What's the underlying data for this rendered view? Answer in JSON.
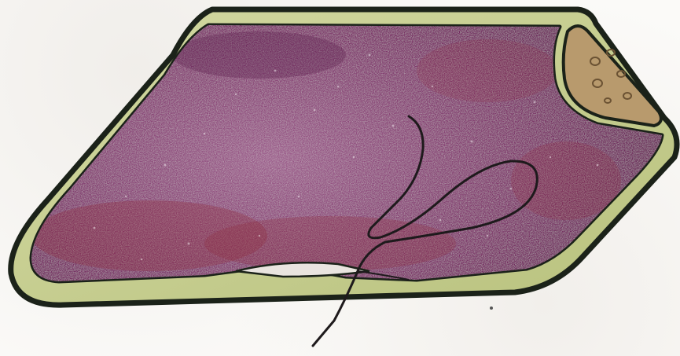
{
  "illustration": {
    "subject": "hand-colored-cell-sketch",
    "colors": {
      "background": "#fbfaf8",
      "cell_wall_outline": "#1b2219",
      "cell_wall_fill": "#c7cf8f",
      "cytoplasm": "#7a2f66",
      "cytoplasm_dark": "#5c1f4c",
      "cytoplasm_light": "#9b5a8a",
      "reddish_tint": "#8f2d3f",
      "inclusion_region": "#b89a6d",
      "inclusion_dots": "#6b5233",
      "flagellum": "#1e1a1c"
    },
    "icons": [
      "cell-wall",
      "cytoplasm",
      "inclusion-bodies",
      "flagellum"
    ]
  }
}
